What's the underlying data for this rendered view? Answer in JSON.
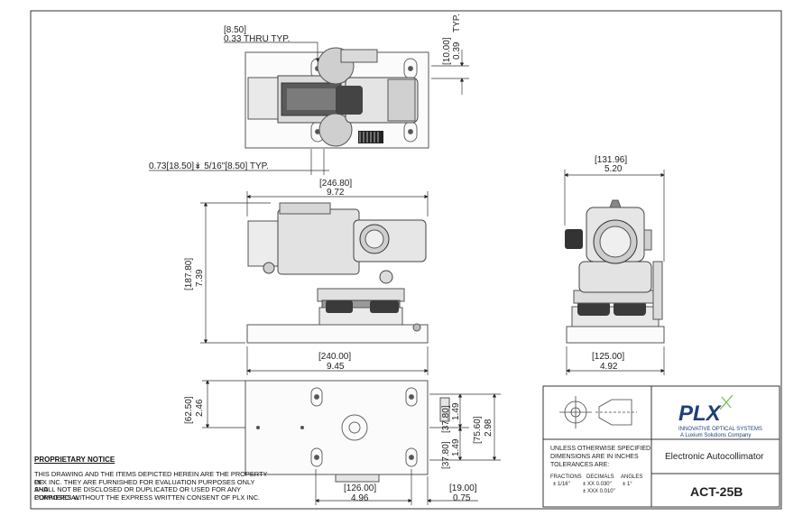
{
  "title_block": {
    "description": "Electronic Autocollimator",
    "part_number": "ACT-25B",
    "logo_text": "PLX",
    "logo_tagline_1": "INNOVATIVE OPTICAL SYSTEMS",
    "logo_tagline_2": "A Luxium Solutions Company",
    "tolerance_heading_1": "UNLESS OTHERWISE SPECIFIED",
    "tolerance_heading_2": "DIMENSIONS ARE IN INCHES",
    "tolerance_heading_3": "TOLERANCES ARE:",
    "fractions_label": "FRACTIONS",
    "decimals_label": "DECIMALS",
    "angles_label": "ANGLES",
    "fractions_value": "± 1/16\"",
    "decimals_xx": "± XX  0.030\"",
    "decimals_xxx": "± XXX 0.010\"",
    "angles_value": "± 1°"
  },
  "notice": {
    "title": "PROPRIETARY NOTICE",
    "line1": "THIS DRAWING AND THE ITEMS DEPICTED HEREIN ARE THE PROPERTY OF",
    "line2": "PLX INC. THEY ARE FURNISHED FOR EVALUATION PURPOSES ONLY AND",
    "line3": "SHALL NOT BE DISCLOSED OR DUPLICATED OR USED FOR ANY COMMERCIAL",
    "line4": "PURPOSES WITHOUT THE EXPRESS WRITTEN CONSENT OF PLX INC."
  },
  "dimensions": {
    "slot_mm": "[8.50]",
    "slot_in": "0.33  THRU TYP.",
    "top_typ_mm": "[10.00]",
    "top_typ_in": "0.39",
    "typ_label": "TYP.",
    "counterbore": "0.73[18.50]↡ 5/16\"[8.50] TYP.",
    "length_mm": "[246.80]",
    "length_in": "9.72",
    "height_mm": "[187.80]",
    "height_in": "7.39",
    "base_len_mm": "[240.00]",
    "base_len_in": "9.45",
    "side_w_mm": "[131.96]",
    "side_w_in": "5.20",
    "side_base_mm": "[125.00]",
    "side_base_in": "4.92",
    "bottom_w_mm": "[62.50]",
    "bottom_w_in": "2.46",
    "hole_off_a_mm": "[37.80]",
    "hole_off_a_in": "1.49",
    "hole_off_b_mm": "[37.80]",
    "hole_off_b_in": "1.49",
    "bottom_total_mm": "[75.60]",
    "bottom_total_in": "2.98",
    "hole_x_mm": "[126.00]",
    "hole_x_in": "4.96",
    "edge_mm": "[19.00]",
    "edge_in": "0.75"
  }
}
